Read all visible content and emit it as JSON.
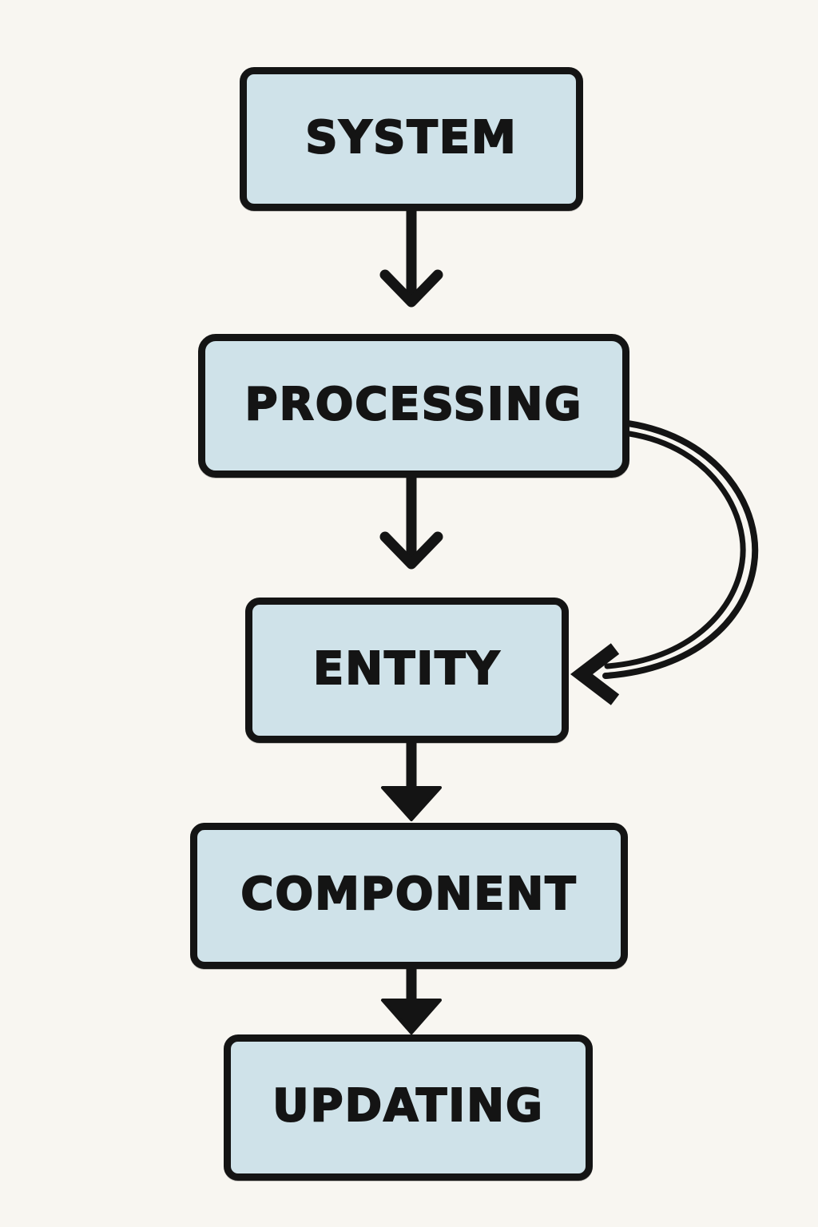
{
  "diagram": {
    "type": "flowchart",
    "style": "hand-drawn",
    "nodes": [
      {
        "id": "system",
        "label": "SYSTEM"
      },
      {
        "id": "processing",
        "label": "PROCESSING"
      },
      {
        "id": "entity",
        "label": "ENTITY"
      },
      {
        "id": "component",
        "label": "COMPONENT"
      },
      {
        "id": "updating",
        "label": "UPDATING"
      }
    ],
    "edges": [
      {
        "from": "SYSTEM",
        "to": "PROCESSING",
        "style": "straight-down",
        "arrowhead": "open-chevron"
      },
      {
        "from": "PROCESSING",
        "to": "ENTITY",
        "style": "straight-down",
        "arrowhead": "open-chevron"
      },
      {
        "from": "PROCESSING",
        "to": "ENTITY",
        "style": "curved-right-loop",
        "arrowhead": "chevron-left",
        "line": "double"
      },
      {
        "from": "ENTITY",
        "to": "COMPONENT",
        "style": "straight-down",
        "arrowhead": "filled-triangle"
      },
      {
        "from": "COMPONENT",
        "to": "UPDATING",
        "style": "straight-down",
        "arrowhead": "filled-triangle"
      }
    ],
    "colors": {
      "background": "#f8f6f1",
      "node_fill": "#cfe2e9",
      "node_border": "#141414",
      "text": "#141414",
      "arrow": "#141414"
    }
  }
}
